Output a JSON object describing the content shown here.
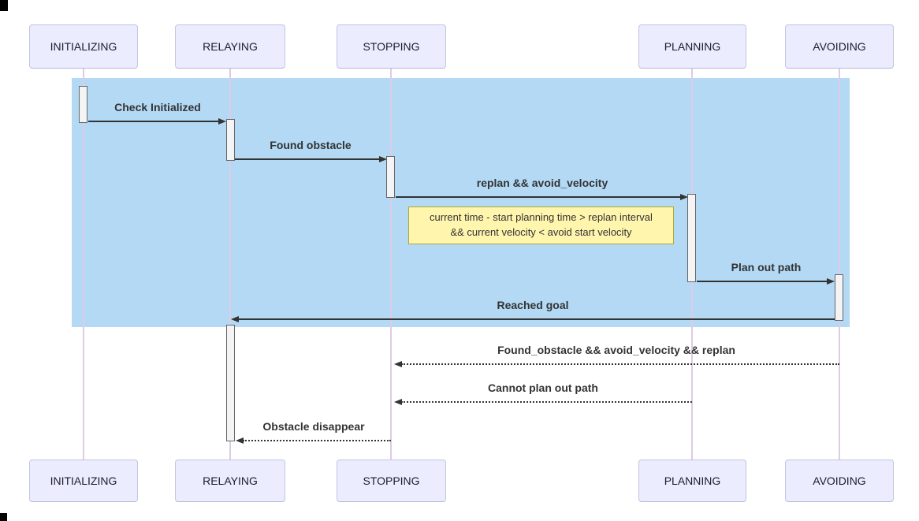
{
  "diagram": {
    "type": "sequence-diagram",
    "participants": [
      {
        "id": "initializing",
        "label": "INITIALIZING"
      },
      {
        "id": "relaying",
        "label": "RELAYING"
      },
      {
        "id": "stopping",
        "label": "STOPPING"
      },
      {
        "id": "planning",
        "label": "PLANNING"
      },
      {
        "id": "avoiding",
        "label": "AVOIDING"
      }
    ],
    "messages": [
      {
        "label": "Check Initialized",
        "from": "INITIALIZING",
        "to": "RELAYING",
        "style": "solid"
      },
      {
        "label": "Found obstacle",
        "from": "RELAYING",
        "to": "STOPPING",
        "style": "solid"
      },
      {
        "label": "replan && avoid_velocity",
        "from": "STOPPING",
        "to": "PLANNING",
        "style": "solid"
      },
      {
        "label": "Plan out path",
        "from": "PLANNING",
        "to": "AVOIDING",
        "style": "solid"
      },
      {
        "label": "Reached goal",
        "from": "AVOIDING",
        "to": "RELAYING",
        "style": "solid"
      },
      {
        "label": "Found_obstacle && avoid_velocity && replan",
        "from": "AVOIDING",
        "to": "STOPPING",
        "style": "dotted"
      },
      {
        "label": "Cannot plan out path",
        "from": "PLANNING",
        "to": "STOPPING",
        "style": "dotted"
      },
      {
        "label": "Obstacle disappear",
        "from": "STOPPING",
        "to": "RELAYING",
        "style": "dotted"
      }
    ],
    "note": {
      "lines": [
        "current time - start planning time > replan interval",
        "&& current velocity < avoid start velocity"
      ]
    },
    "colors": {
      "highlight_rect": "#b3d9f5",
      "actor_fill": "#ececff",
      "actor_border": "#c4c4e0",
      "lifeline": "#dccce6",
      "arrow": "#333333",
      "activation_fill": "#f4f4f4",
      "activation_border": "#666666",
      "note_fill": "#fff5ad",
      "note_border": "#aaaa33"
    }
  }
}
